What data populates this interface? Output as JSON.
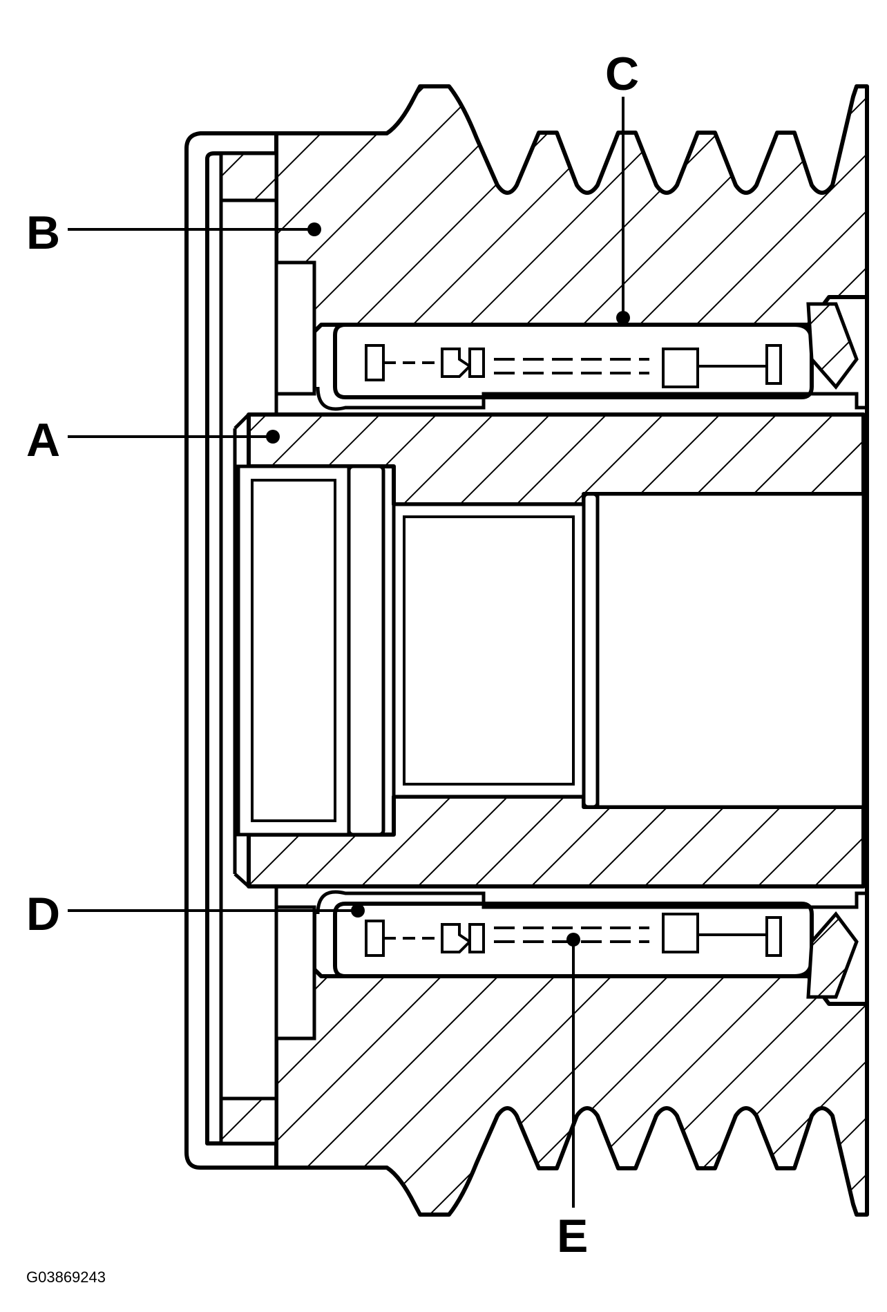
{
  "figure_id": "G03869243",
  "callouts": {
    "a": "A",
    "b": "B",
    "c": "C",
    "d": "D",
    "e": "E"
  },
  "colors": {
    "ink": "#000000",
    "paper": "#ffffff"
  }
}
